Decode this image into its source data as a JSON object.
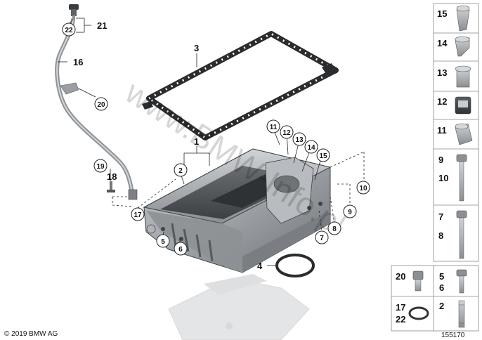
{
  "callouts": {
    "c22a": "22",
    "c21": "21",
    "c16": "16",
    "c20a": "20",
    "c3": "3",
    "c1": "1",
    "c2": "2",
    "c19": "19",
    "c18": "18",
    "c17a": "17",
    "c5a": "5",
    "c6a": "6",
    "c4": "4",
    "c11a": "11",
    "c12a": "12",
    "c13a": "13",
    "c14a": "14",
    "c15a": "15",
    "c10a": "10",
    "c9a": "9",
    "c8a": "8",
    "c7a": "7"
  },
  "sidebar": {
    "items": [
      {
        "label": "15"
      },
      {
        "label": "14"
      },
      {
        "label": "13"
      },
      {
        "label": "12"
      },
      {
        "label": "11"
      },
      {
        "label": "9",
        "label2": "10"
      },
      {
        "label": "7",
        "label2": "8"
      }
    ],
    "bottom": [
      {
        "label": "20"
      },
      {
        "label": "5",
        "label2": "6"
      },
      {
        "label": "17",
        "label2": "22"
      },
      {
        "label": "2"
      }
    ]
  },
  "footer": {
    "copyright": "© 2019 BMW AG",
    "diagram_number": "155170"
  },
  "watermark": "www.BMW-Info.pl"
}
